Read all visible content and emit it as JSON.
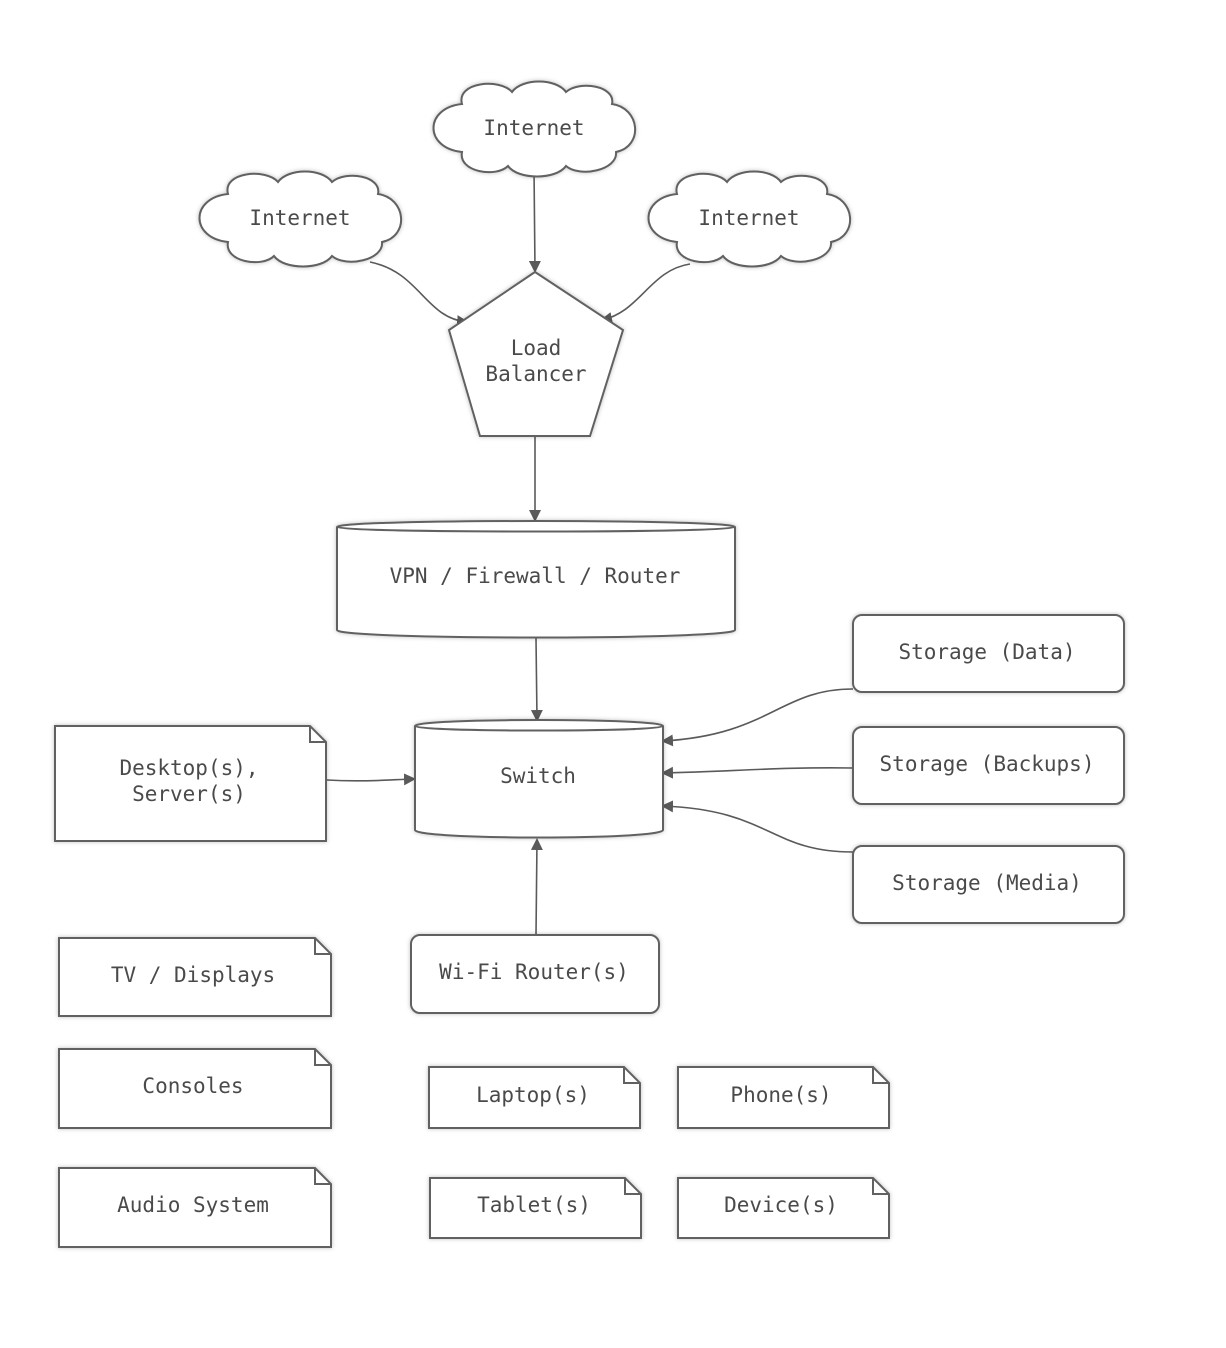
{
  "nodes": {
    "internet_top": "Internet",
    "internet_left": "Internet",
    "internet_right": "Internet",
    "load_balancer_line1": "Load",
    "load_balancer_line2": "Balancer",
    "vpn": "VPN / Firewall / Router",
    "switch": "Switch",
    "desktop_line1": "Desktop(s),",
    "desktop_line2": "Server(s)",
    "storage_data": "Storage (Data)",
    "storage_backups": "Storage (Backups)",
    "storage_media": "Storage (Media)",
    "tv": "TV / Displays",
    "wifi": "Wi-Fi Router(s)",
    "consoles": "Consoles",
    "laptops": "Laptop(s)",
    "phones": "Phone(s)",
    "audio": "Audio System",
    "tablets": "Tablet(s)",
    "devices": "Device(s)"
  },
  "colors": {
    "stroke": "#616161",
    "text": "#4a4a4a",
    "edge": "#5a5a5a"
  }
}
